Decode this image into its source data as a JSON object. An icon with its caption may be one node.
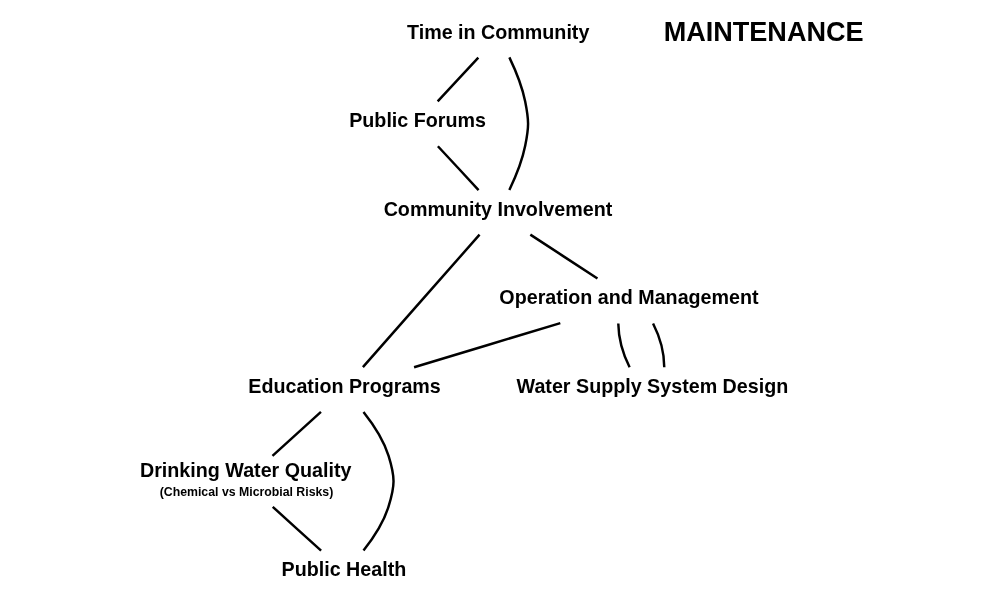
{
  "diagram": {
    "nodes": [
      {
        "text": [
          "Time in Community"
        ]
      },
      {
        "text": [
          "Public Forums"
        ]
      },
      {
        "text": [
          "Community Involvement"
        ]
      },
      {
        "text": [
          "Education Programs"
        ]
      },
      {
        "text": [
          "Operation and Management"
        ]
      },
      {
        "text": [
          "Public Health"
        ]
      },
      {
        "text": [
          "Drinking Water Quality"
        ],
        "beside": [
          "(Chemical vs Microbial Risks)"
        ]
      },
      {
        "text": [
          "Water Supply System Design"
        ]
      }
    ],
    "edges": [
      {
        "from": 0,
        "to": 1,
        "arrow": "none"
      },
      {
        "from": 1,
        "to": 2,
        "arrow": "none"
      },
      {
        "from": 2,
        "to": 0,
        "arrow": "none"
      },
      {
        "from": 2,
        "to": 4,
        "arrow": "none"
      },
      {
        "from": 4,
        "to": 3,
        "arrow": "none"
      },
      {
        "from": 3,
        "to": 2,
        "arrow": "none"
      },
      {
        "from": 5,
        "to": 3,
        "arrow": "none"
      },
      {
        "from": 3,
        "to": 6,
        "arrow": "none"
      },
      {
        "from": 6,
        "to": 5,
        "arrow": "none"
      },
      {
        "from": 4,
        "to": 7,
        "arrow": "none"
      },
      {
        "from": 7,
        "to": 4,
        "arrow": "none"
      }
    ],
    "labels": [
      "MAINTENANCE"
    ]
  }
}
